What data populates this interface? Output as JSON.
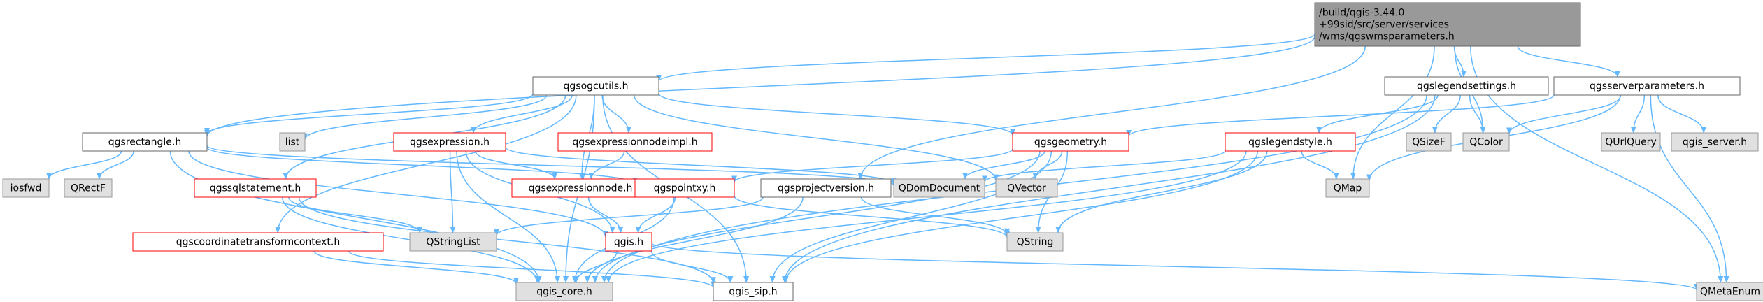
{
  "colors": {
    "edge": "#63b8ff",
    "root_fill": "#999999",
    "root_stroke": "#666666",
    "node_fill": "#ffffff",
    "node_stroke": "#666666",
    "incomplete_stroke": "#ff0000",
    "external_fill": "#e0e0e0",
    "external_stroke": "#999999"
  },
  "nodes": [
    {
      "id": "root",
      "lines": [
        "/build/qgis-3.44.0",
        "+99sid/src/server/services",
        "/wms/qgswmsparameters.h"
      ],
      "style": "root"
    },
    {
      "id": "ogcutils",
      "lines": [
        "qgsogcutils.h"
      ],
      "style": "normal"
    },
    {
      "id": "legendsettings",
      "lines": [
        "qgslegendsettings.h"
      ],
      "style": "normal"
    },
    {
      "id": "serverparameters",
      "lines": [
        "qgsserverparameters.h"
      ],
      "style": "normal"
    },
    {
      "id": "rectangle",
      "lines": [
        "qgsrectangle.h"
      ],
      "style": "normal"
    },
    {
      "id": "list",
      "lines": [
        "list"
      ],
      "style": "external"
    },
    {
      "id": "expression",
      "lines": [
        "qgsexpression.h"
      ],
      "style": "incomplete"
    },
    {
      "id": "exprnodeimpl",
      "lines": [
        "qgsexpressionnodeimpl.h"
      ],
      "style": "incomplete"
    },
    {
      "id": "geometry",
      "lines": [
        "qgsgeometry.h"
      ],
      "style": "incomplete"
    },
    {
      "id": "legendstyle",
      "lines": [
        "qgslegendstyle.h"
      ],
      "style": "incomplete"
    },
    {
      "id": "qsizef",
      "lines": [
        "QSizeF"
      ],
      "style": "external"
    },
    {
      "id": "qcolor",
      "lines": [
        "QColor"
      ],
      "style": "external"
    },
    {
      "id": "qurlquery",
      "lines": [
        "QUrlQuery"
      ],
      "style": "external"
    },
    {
      "id": "qgisserver",
      "lines": [
        "qgis_server.h"
      ],
      "style": "external"
    },
    {
      "id": "iosfwd",
      "lines": [
        "iosfwd"
      ],
      "style": "external"
    },
    {
      "id": "qrectf",
      "lines": [
        "QRectF"
      ],
      "style": "external"
    },
    {
      "id": "sqlstatement",
      "lines": [
        "qgssqlstatement.h"
      ],
      "style": "incomplete"
    },
    {
      "id": "exprnode",
      "lines": [
        "qgsexpressionnode.h"
      ],
      "style": "incomplete"
    },
    {
      "id": "pointxy",
      "lines": [
        "qgspointxy.h"
      ],
      "style": "incomplete"
    },
    {
      "id": "projectversion",
      "lines": [
        "qgsprojectversion.h"
      ],
      "style": "normal"
    },
    {
      "id": "qdomdocument",
      "lines": [
        "QDomDocument"
      ],
      "style": "external"
    },
    {
      "id": "qvector",
      "lines": [
        "QVector"
      ],
      "style": "external"
    },
    {
      "id": "qmap",
      "lines": [
        "QMap"
      ],
      "style": "external"
    },
    {
      "id": "coordtransformctx",
      "lines": [
        "qgscoordinatetransformcontext.h"
      ],
      "style": "incomplete"
    },
    {
      "id": "qstringlist",
      "lines": [
        "QStringList"
      ],
      "style": "external"
    },
    {
      "id": "qgish",
      "lines": [
        "qgis.h"
      ],
      "style": "incomplete"
    },
    {
      "id": "qstring",
      "lines": [
        "QString"
      ],
      "style": "external"
    },
    {
      "id": "qgiscore",
      "lines": [
        "qgis_core.h"
      ],
      "style": "external"
    },
    {
      "id": "qgissip",
      "lines": [
        "qgis_sip.h"
      ],
      "style": "normal"
    },
    {
      "id": "qmetaenum",
      "lines": [
        "QMetaEnum"
      ],
      "style": "external"
    }
  ],
  "edges": [
    [
      "root",
      "ogcutils"
    ],
    [
      "root",
      "legendsettings"
    ],
    [
      "root",
      "serverparameters"
    ],
    [
      "root",
      "rectangle"
    ],
    [
      "root",
      "projectversion"
    ],
    [
      "root",
      "qmap"
    ],
    [
      "root",
      "qcolor"
    ],
    [
      "root",
      "qmetaenum"
    ],
    [
      "ogcutils",
      "rectangle"
    ],
    [
      "ogcutils",
      "list"
    ],
    [
      "ogcutils",
      "expression"
    ],
    [
      "ogcutils",
      "exprnodeimpl"
    ],
    [
      "ogcutils",
      "geometry"
    ],
    [
      "ogcutils",
      "sqlstatement"
    ],
    [
      "ogcutils",
      "exprnode"
    ],
    [
      "ogcutils",
      "coordtransformctx"
    ],
    [
      "ogcutils",
      "qvector"
    ],
    [
      "ogcutils",
      "qgiscore"
    ],
    [
      "ogcutils",
      "qgissip"
    ],
    [
      "legendsettings",
      "legendstyle"
    ],
    [
      "legendsettings",
      "qsizef"
    ],
    [
      "legendsettings",
      "qcolor"
    ],
    [
      "legendsettings",
      "qgiscore"
    ],
    [
      "legendsettings",
      "qgissip"
    ],
    [
      "serverparameters",
      "geometry"
    ],
    [
      "serverparameters",
      "qcolor"
    ],
    [
      "serverparameters",
      "qurlquery"
    ],
    [
      "serverparameters",
      "qgisserver"
    ],
    [
      "serverparameters",
      "qmap"
    ],
    [
      "serverparameters",
      "qmetaenum"
    ],
    [
      "rectangle",
      "iosfwd"
    ],
    [
      "rectangle",
      "qrectf"
    ],
    [
      "rectangle",
      "pointxy"
    ],
    [
      "rectangle",
      "qdomdocument"
    ],
    [
      "rectangle",
      "qgish"
    ],
    [
      "rectangle",
      "qgiscore"
    ],
    [
      "expression",
      "exprnode"
    ],
    [
      "expression",
      "qstringlist"
    ],
    [
      "expression",
      "qgish"
    ],
    [
      "expression",
      "qgiscore"
    ],
    [
      "expression",
      "qdomdocument"
    ],
    [
      "exprnodeimpl",
      "exprnode"
    ],
    [
      "geometry",
      "pointxy"
    ],
    [
      "geometry",
      "qdomdocument"
    ],
    [
      "geometry",
      "qvector"
    ],
    [
      "geometry",
      "qstring"
    ],
    [
      "geometry",
      "qgiscore"
    ],
    [
      "geometry",
      "qgissip"
    ],
    [
      "legendstyle",
      "qdomdocument"
    ],
    [
      "legendstyle",
      "qmap"
    ],
    [
      "legendstyle",
      "qstring"
    ],
    [
      "legendstyle",
      "qgiscore"
    ],
    [
      "legendstyle",
      "qgissip"
    ],
    [
      "sqlstatement",
      "qstringlist"
    ],
    [
      "sqlstatement",
      "qgiscore"
    ],
    [
      "sqlstatement",
      "qgissip"
    ],
    [
      "exprnode",
      "qgish"
    ],
    [
      "pointxy",
      "qgish"
    ],
    [
      "pointxy",
      "qstring"
    ],
    [
      "pointxy",
      "qgiscore"
    ],
    [
      "projectversion",
      "qstring"
    ],
    [
      "projectversion",
      "qstringlist"
    ],
    [
      "projectversion",
      "qgiscore"
    ],
    [
      "coordtransformctx",
      "qgiscore"
    ],
    [
      "coordtransformctx",
      "qgissip"
    ],
    [
      "qgish",
      "qgiscore"
    ],
    [
      "qgish",
      "qgissip"
    ],
    [
      "qgish",
      "qmetaenum"
    ]
  ]
}
